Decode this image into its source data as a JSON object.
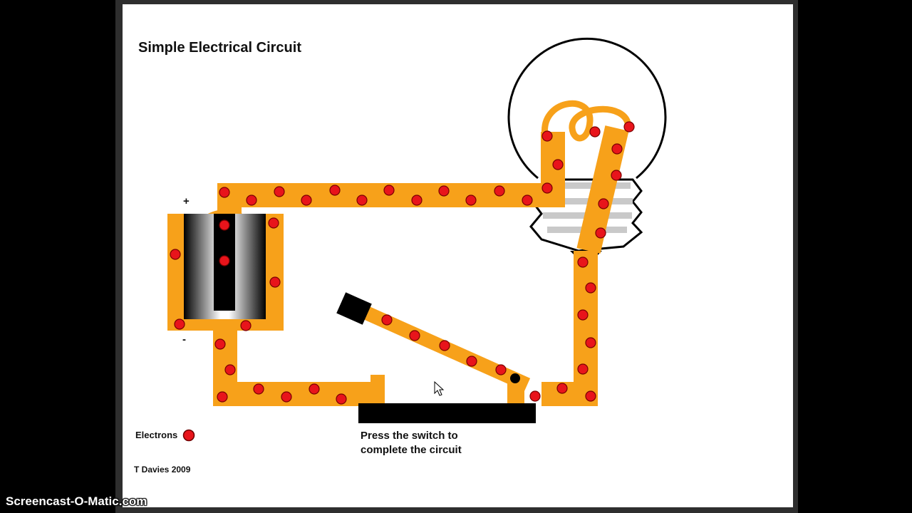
{
  "diagram": {
    "title": "Simple Electrical Circuit",
    "battery": {
      "positive_label": "+",
      "negative_label": "-"
    },
    "switch": {
      "caption_line1": "Press the switch to",
      "caption_line2": "complete the circuit",
      "state": "open"
    },
    "legend": {
      "label": "Electrons",
      "electron_color": "#e8141b"
    },
    "credit": "T Davies 2009"
  },
  "colors": {
    "wire": "#f7a11a",
    "electron": "#e8141b",
    "background": "#ffffff"
  },
  "watermark": "Screencast-O-Matic.com"
}
